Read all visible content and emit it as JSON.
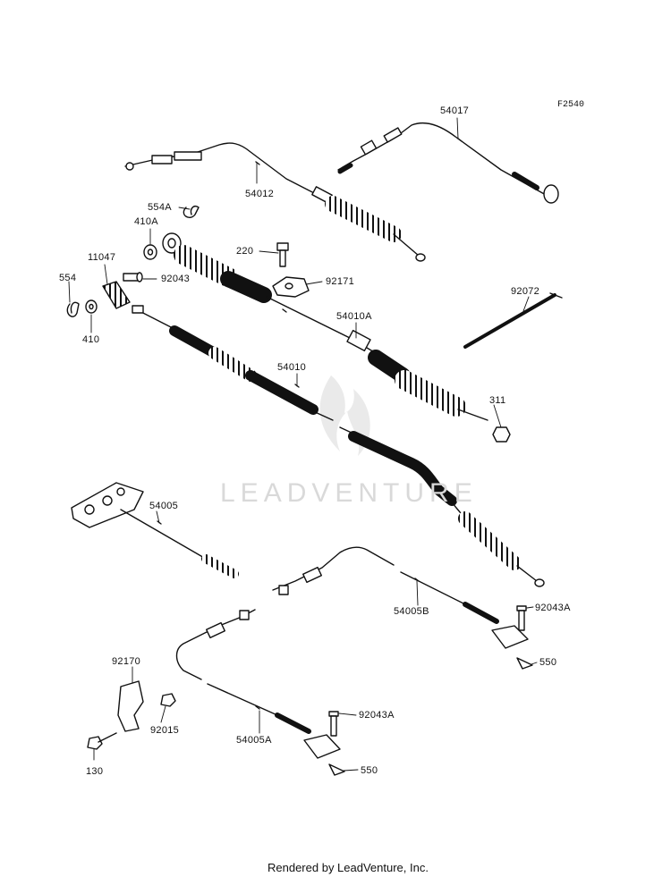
{
  "diagram_code": "F2540",
  "watermark": "LEADVENTURE",
  "footer": "Rendered by LeadVenture, Inc.",
  "parts": [
    {
      "id": "p54017",
      "label": "54017"
    },
    {
      "id": "p54012",
      "label": "54012"
    },
    {
      "id": "p554A",
      "label": "554A"
    },
    {
      "id": "p410A",
      "label": "410A"
    },
    {
      "id": "p220",
      "label": "220"
    },
    {
      "id": "p11047",
      "label": "11047"
    },
    {
      "id": "p92043",
      "label": "92043"
    },
    {
      "id": "p92171",
      "label": "92171"
    },
    {
      "id": "p554",
      "label": "554"
    },
    {
      "id": "p92072",
      "label": "92072"
    },
    {
      "id": "p410",
      "label": "410"
    },
    {
      "id": "p54010A",
      "label": "54010A"
    },
    {
      "id": "p54010",
      "label": "54010"
    },
    {
      "id": "p311",
      "label": "311"
    },
    {
      "id": "p54005",
      "label": "54005"
    },
    {
      "id": "p92043A_1",
      "label": "92043A"
    },
    {
      "id": "p54005B",
      "label": "54005B"
    },
    {
      "id": "p550_1",
      "label": "550"
    },
    {
      "id": "p92170",
      "label": "92170"
    },
    {
      "id": "p92043A_2",
      "label": "92043A"
    },
    {
      "id": "p92015",
      "label": "92015"
    },
    {
      "id": "p54005A",
      "label": "54005A"
    },
    {
      "id": "p550_2",
      "label": "550"
    },
    {
      "id": "p130",
      "label": "130"
    }
  ]
}
